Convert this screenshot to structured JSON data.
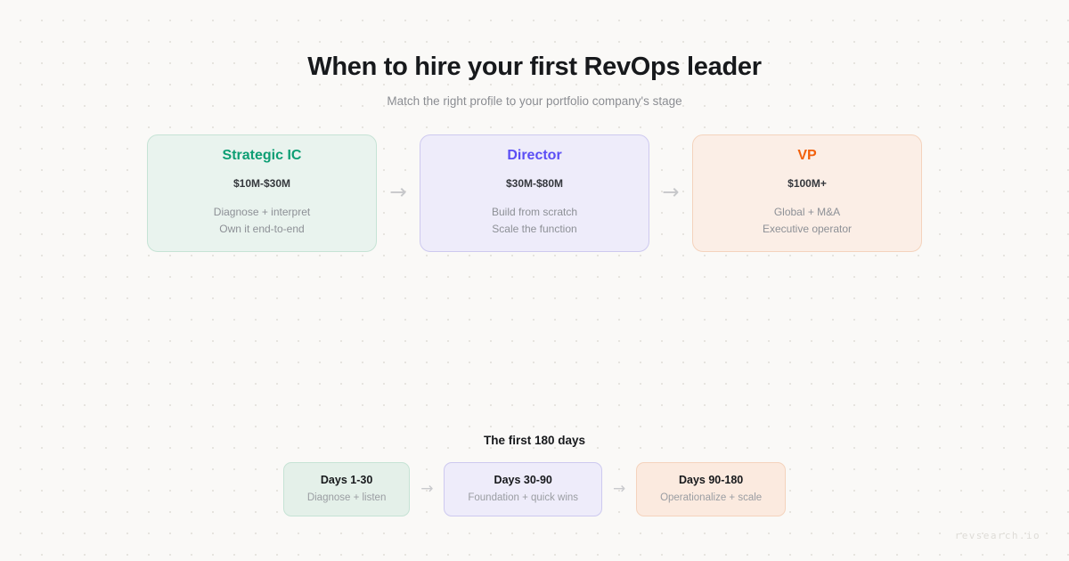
{
  "header": {
    "title": "When to hire your first RevOps leader",
    "subtitle": "Match the right profile to your portfolio company's stage"
  },
  "stages": {
    "arrow_glyph": "→",
    "items": [
      {
        "name": "Strategic IC",
        "range": "$10M-$30M",
        "desc_line1": "Diagnose + interpret",
        "desc_line2": "Own it end-to-end",
        "accent": "#0e9e74",
        "bg": "#e9f3ee",
        "border": "#c6e3d5"
      },
      {
        "name": "Director",
        "range": "$30M-$80M",
        "desc_line1": "Build from scratch",
        "desc_line2": "Scale the function",
        "accent": "#5b4ef5",
        "bg": "#eeecfa",
        "border": "#cdc9ef"
      },
      {
        "name": "VP",
        "range": "$100M+",
        "desc_line1": "Global + M&A",
        "desc_line2": "Executive operator",
        "accent": "#f2600c",
        "bg": "#fbeee6",
        "border": "#f4d3bd"
      }
    ]
  },
  "timeline": {
    "title": "The first 180 days",
    "arrow_glyph": "→",
    "items": [
      {
        "title": "Days 1-30",
        "sub": "Diagnose + listen",
        "bg": "#e4f0e9",
        "border": "#c6e3d5"
      },
      {
        "title": "Days 30-90",
        "sub": "Foundation + quick wins",
        "bg": "#eeecfa",
        "border": "#cdc9ef"
      },
      {
        "title": "Days 90-180",
        "sub": "Operationalize + scale",
        "bg": "#fbeadf",
        "border": "#f4d3bd"
      }
    ]
  },
  "watermark": "revsearch.io"
}
